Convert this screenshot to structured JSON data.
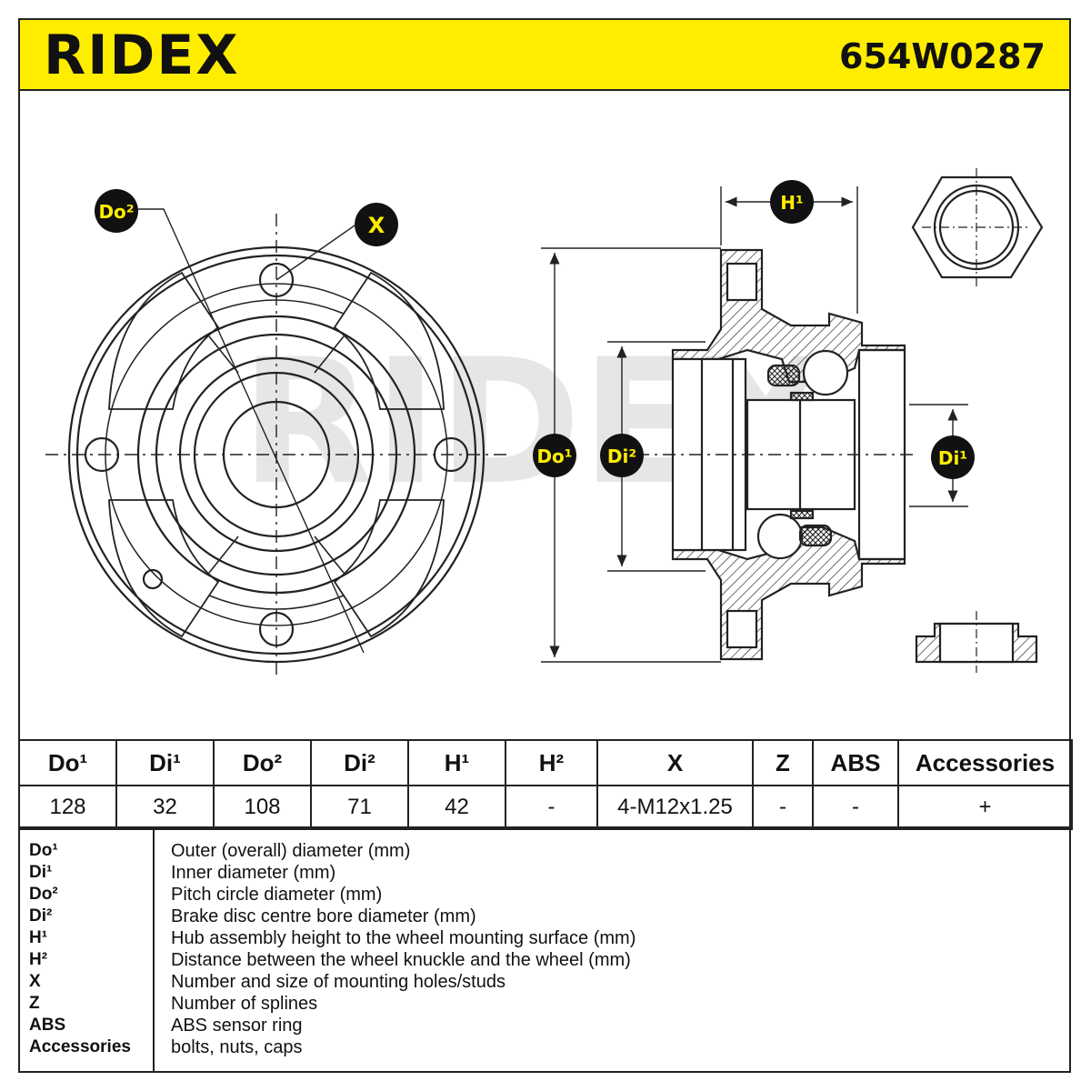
{
  "header": {
    "brand": "RIDEX",
    "part_number": "654W0287",
    "accent_color": "#ffed00"
  },
  "drawing": {
    "labels": {
      "do2": "Do²",
      "x": "X",
      "h1": "H¹",
      "do1": "Do¹",
      "di2": "Di²",
      "di1": "Di¹"
    }
  },
  "spec_table": {
    "headers": [
      "Do¹",
      "Di¹",
      "Do²",
      "Di²",
      "H¹",
      "H²",
      "X",
      "Z",
      "ABS",
      "Accessories"
    ],
    "values": [
      "128",
      "32",
      "108",
      "71",
      "42",
      "-",
      "4-M12x1.25",
      "-",
      "-",
      "+"
    ]
  },
  "legend": [
    {
      "abbr": "Do¹",
      "desc": "Outer (overall) diameter (mm)"
    },
    {
      "abbr": "Di¹",
      "desc": "Inner diameter (mm)"
    },
    {
      "abbr": "Do²",
      "desc": "Pitch circle diameter (mm)"
    },
    {
      "abbr": "Di²",
      "desc": "Brake disc centre bore diameter (mm)"
    },
    {
      "abbr": "H¹",
      "desc": "Hub assembly height to the wheel mounting surface (mm)"
    },
    {
      "abbr": "H²",
      "desc": "Distance between the wheel knuckle and the wheel (mm)"
    },
    {
      "abbr": "X",
      "desc": "Number and size of mounting holes/studs"
    },
    {
      "abbr": "Z",
      "desc": "Number of splines"
    },
    {
      "abbr": "ABS",
      "desc": "ABS sensor ring"
    },
    {
      "abbr": "Accessories",
      "desc": "bolts, nuts, caps"
    }
  ]
}
